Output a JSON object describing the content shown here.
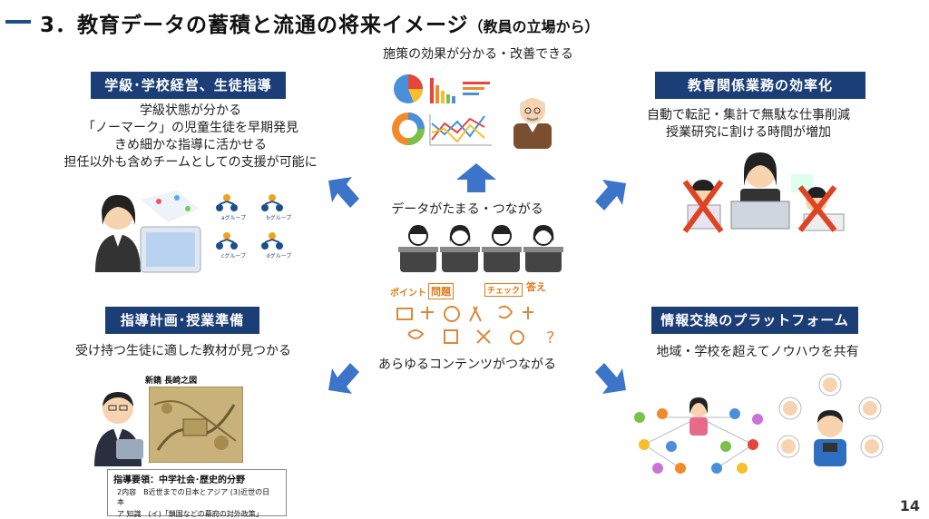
{
  "title": {
    "main": "3．教育データの蓄積と流通の将来イメージ",
    "sub": "（教員の立場から）"
  },
  "center": {
    "top_caption": "施策の効果が分かる・改善できる",
    "middle_caption": "データがたまる・つながる",
    "bottom_caption": "あらゆるコンテンツがつながる",
    "content_icons": [
      "ポイント",
      "問題",
      "チェック",
      "答え"
    ]
  },
  "top_left": {
    "label": "学級･学校経営、生徒指導",
    "lines": [
      "学級状態が分かる",
      "「ノーマーク」の児童生徒を早期発見",
      "きめ細かな指導に活かせる",
      "担任以外も含めチームとしての支援が可能に"
    ],
    "groups": [
      "aグループ",
      "bグループ",
      "cグループ",
      "dグループ"
    ]
  },
  "top_right": {
    "label": "教育関係業務の効率化",
    "lines": [
      "自動で転記・集計で無駄な仕事削減",
      "授業研究に割ける時間が増加"
    ]
  },
  "bottom_left": {
    "label": "指導計画･授業準備",
    "lines": [
      "受け持つ生徒に適した教材が見つかる"
    ],
    "map_title": "新鐫 長崎之図",
    "guide": [
      "指導要領：中学社会･歴史的分野",
      "2内容　B近世までの日本とアジア (3)近世の日本",
      "ア 知識　(イ)「鎖国などの幕府の対外政策」"
    ]
  },
  "bottom_right": {
    "label": "情報交換のプラットフォーム",
    "lines": [
      "地域・学校を超えてノウハウを共有"
    ]
  },
  "page_number": "14",
  "colors": {
    "navy": "#1c3e77",
    "arrow": "#3b74c8"
  }
}
